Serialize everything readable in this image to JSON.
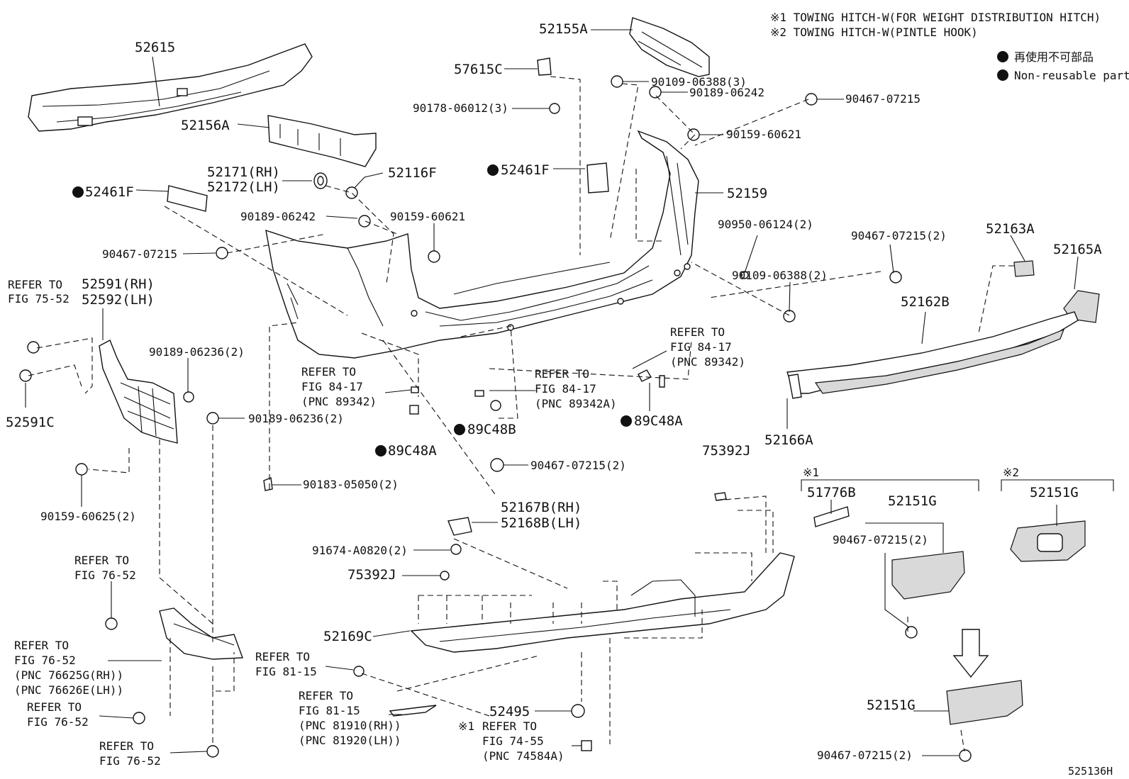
{
  "notes": {
    "note1": "※1 TOWING HITCH-W(FOR WEIGHT DISTRIBUTION HITCH)",
    "note2": "※2 TOWING HITCH-W(PINTLE HOOK)",
    "legend_jp": "再使用不可部品",
    "legend_en": "Non-reusable part"
  },
  "diagram_id": "525136H",
  "labels": {
    "p52615": "52615",
    "p52156A": "52156A",
    "p52171": "52171(RH)",
    "p52172": "52172(LH)",
    "p52116F": "52116F",
    "p52461F_left": "52461F",
    "p90189_06242_a": "90189-06242",
    "p90159_60621_a": "90159-60621",
    "p90467_07215_a": "90467-07215",
    "refer_75_52_a": "REFER TO",
    "refer_75_52_b": "FIG 75-52",
    "p52591": "52591(RH)",
    "p52592": "52592(LH)",
    "p90189_06236_a": "90189-06236(2)",
    "p52591C": "52591C",
    "p90189_06236_b": "90189-06236(2)",
    "p90159_60625": "90159-60625(2)",
    "p90183_05050": "90183-05050(2)",
    "refer_84_17_a1": "REFER TO",
    "refer_84_17_a2": "FIG 84-17",
    "refer_84_17_a3": "(PNC 89342)",
    "p89C48A_a": "89C48A",
    "p52155A": "52155A",
    "p57615C": "57615C",
    "p90178_06012": "90178-06012(3)",
    "p90109_06388_a": "90109-06388(3)",
    "p90189_06242_b": "90189-06242",
    "p90467_07215_b": "90467-07215",
    "p90159_60621_b": "90159-60621",
    "p52461F_mid": "52461F",
    "p52159": "52159",
    "p90950_06124": "90950-06124(2)",
    "p90109_06388_b": "90109-06388(2)",
    "refer_84_17_b1": "REFER TO",
    "refer_84_17_b2": "FIG 84-17",
    "refer_84_17_b3": "(PNC 89342A)",
    "p89C48B": "89C48B",
    "refer_84_17_c1": "REFER TO",
    "refer_84_17_c2": "FIG 84-17",
    "refer_84_17_c3": "(PNC 89342)",
    "p89C48A_b": "89C48A",
    "p90467_07215_c": "90467-07215(2)",
    "p52167B": "52167B(RH)",
    "p52168B": "52168B(LH)",
    "p91674": "91674-A0820(2)",
    "p75392J_a": "75392J",
    "p75392J_b": "75392J",
    "p52169C": "52169C",
    "refer_81_15_a1": "REFER TO",
    "refer_81_15_a2": "FIG 81-15",
    "refer_81_15_b1": "REFER TO",
    "refer_81_15_b2": "FIG 81-15",
    "refer_81_15_b3": "(PNC 81910(RH))",
    "refer_81_15_b4": "(PNC 81920(LH))",
    "p52495": "52495",
    "refer_74_55_mark": "※1",
    "refer_74_55_a": "REFER TO",
    "refer_74_55_b": "FIG 74-55",
    "refer_74_55_c": "(PNC 74584A)",
    "refer_76_52_a1": "REFER TO",
    "refer_76_52_a2": "FIG 76-52",
    "refer_76_52_b1": "REFER TO",
    "refer_76_52_b2": "FIG 76-52",
    "refer_76_52_b3": "(PNC 76625G(RH))",
    "refer_76_52_b4": "(PNC 76626E(LH))",
    "refer_76_52_c1": "REFER TO",
    "refer_76_52_c2": "FIG 76-52",
    "refer_76_52_d1": "REFER TO",
    "refer_76_52_d2": "FIG 76-52",
    "p90467_07215_d": "90467-07215(2)",
    "p52163A": "52163A",
    "p52165A": "52165A",
    "p52162B": "52162B",
    "p52166A": "52166A",
    "group1_mark": "※1",
    "group2_mark": "※2",
    "p51776B": "51776B",
    "p52151G_a": "52151G",
    "p90467_07215_e": "90467-07215(2)",
    "p52151G_b": "52151G",
    "p52151G_c": "52151G",
    "p90467_07215_f": "90467-07215(2)"
  }
}
